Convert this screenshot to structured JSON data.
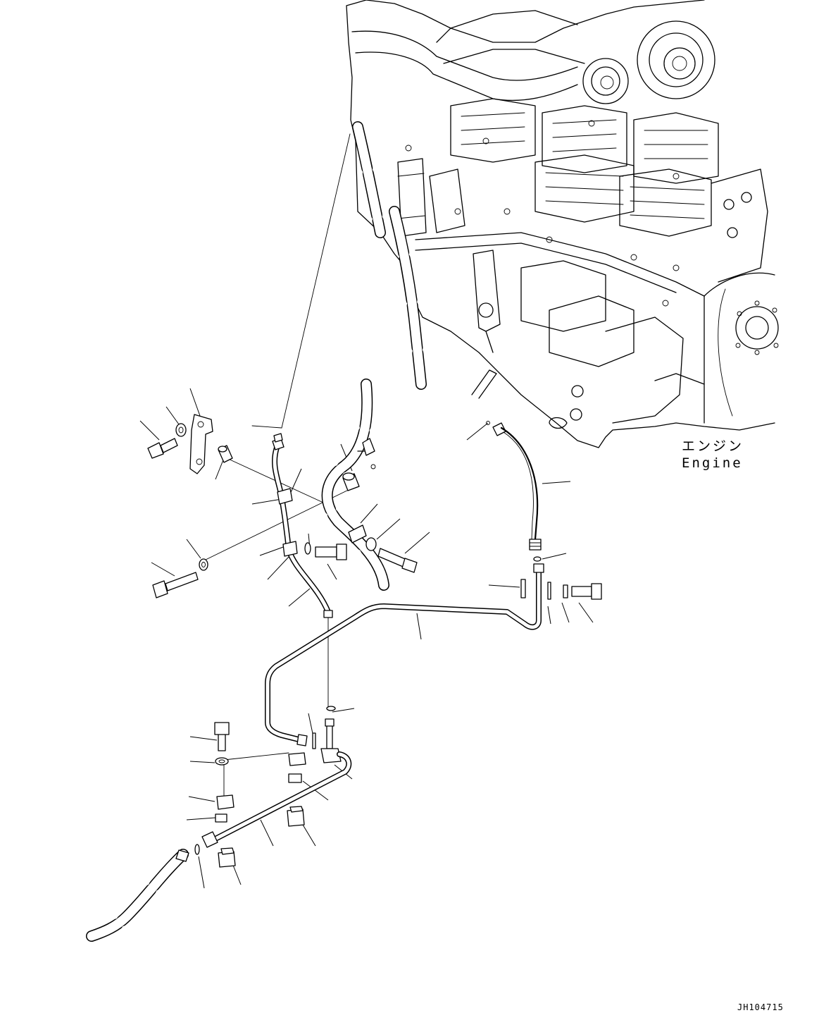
{
  "labels": {
    "engine_jp": "エンジン",
    "engine_en": "Engine"
  },
  "drawing_number": "JH104715"
}
